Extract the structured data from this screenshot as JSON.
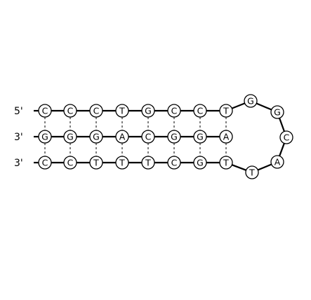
{
  "strands": [
    {
      "end_label": "5'",
      "bases": [
        "C",
        "C",
        "C",
        "T",
        "G",
        "C",
        "C",
        "T"
      ]
    },
    {
      "end_label": "3'",
      "bases": [
        "G",
        "G",
        "G",
        "A",
        "C",
        "G",
        "G",
        "A"
      ]
    },
    {
      "end_label": "3'",
      "bases": [
        "C",
        "C",
        "T",
        "T",
        "T",
        "C",
        "G",
        "T"
      ]
    }
  ],
  "loop": {
    "bases": [
      "G",
      "G",
      "C",
      "A",
      "T"
    ]
  }
}
